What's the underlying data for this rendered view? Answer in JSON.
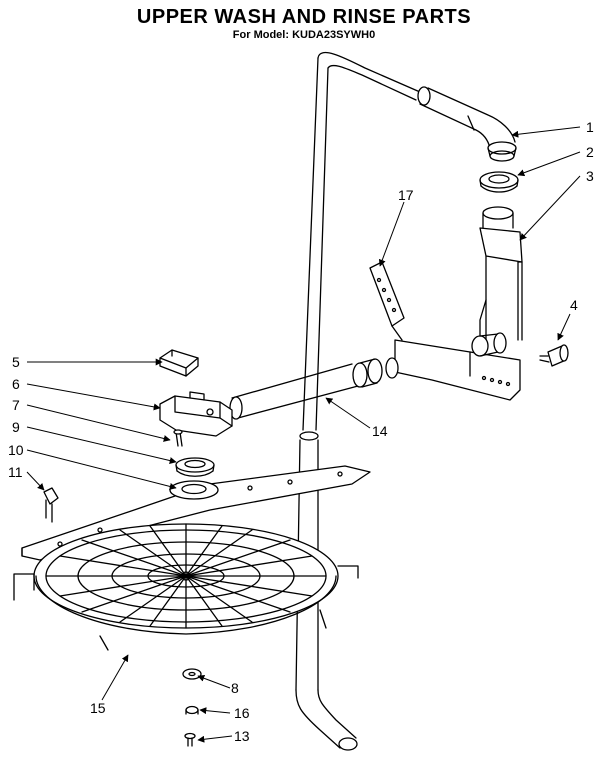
{
  "header": {
    "title": "UPPER WASH AND RINSE PARTS",
    "subtitle": "For Model: KUDA23SYWH0"
  },
  "callouts": [
    {
      "id": "c1",
      "label": "1"
    },
    {
      "id": "c2",
      "label": "2"
    },
    {
      "id": "c3",
      "label": "3"
    },
    {
      "id": "c4",
      "label": "4"
    },
    {
      "id": "c5",
      "label": "5"
    },
    {
      "id": "c6",
      "label": "6"
    },
    {
      "id": "c7",
      "label": "7"
    },
    {
      "id": "c8",
      "label": "8"
    },
    {
      "id": "c9",
      "label": "9"
    },
    {
      "id": "c10",
      "label": "10"
    },
    {
      "id": "c11",
      "label": "11"
    },
    {
      "id": "c13",
      "label": "13"
    },
    {
      "id": "c14",
      "label": "14"
    },
    {
      "id": "c15",
      "label": "15"
    },
    {
      "id": "c16",
      "label": "16"
    },
    {
      "id": "c17",
      "label": "17"
    }
  ],
  "colors": {
    "ink": "#000000",
    "paper": "#ffffff"
  }
}
